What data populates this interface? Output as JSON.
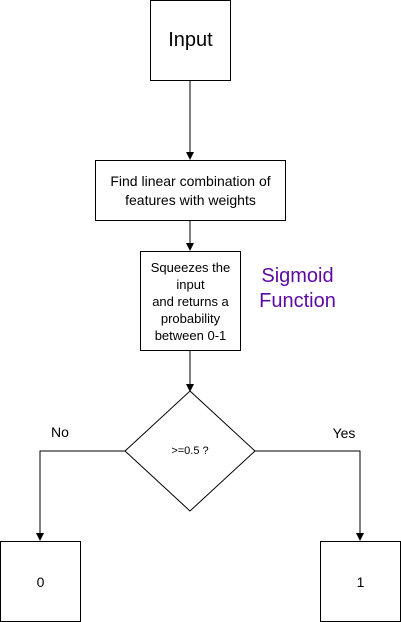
{
  "nodes": {
    "input": "Input",
    "linear": "Find linear combination of\nfeatures with weights",
    "squeeze": "Squeezes the\ninput\nand returns a\nprobability\nbetween 0-1",
    "decision": ">=0.5 ?",
    "out_zero": "0",
    "out_one": "1"
  },
  "annotation": {
    "sigmoid": "Sigmoid\nFunction",
    "color": "#5c0aa3"
  },
  "branches": {
    "no": "No",
    "yes": "Yes"
  }
}
